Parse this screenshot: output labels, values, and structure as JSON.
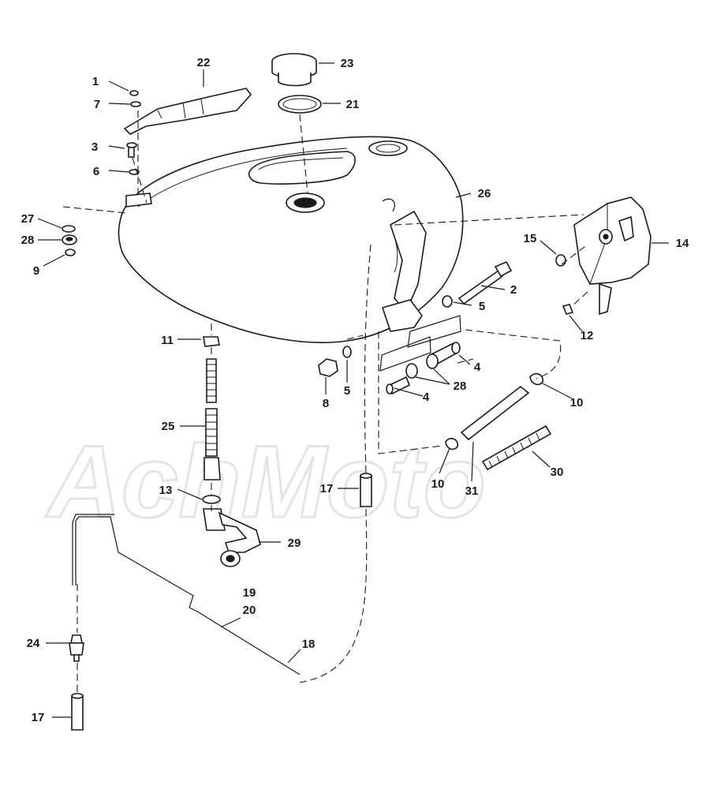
{
  "watermark": {
    "text": "AchMoto"
  },
  "callouts": [
    {
      "id": "c1",
      "text": "1"
    },
    {
      "id": "c7",
      "text": "7"
    },
    {
      "id": "c22",
      "text": "22"
    },
    {
      "id": "c23",
      "text": "23"
    },
    {
      "id": "c21",
      "text": "21"
    },
    {
      "id": "c3",
      "text": "3"
    },
    {
      "id": "c6",
      "text": "6"
    },
    {
      "id": "c26",
      "text": "26"
    },
    {
      "id": "c27",
      "text": "27"
    },
    {
      "id": "c28a",
      "text": "28"
    },
    {
      "id": "c9",
      "text": "9"
    },
    {
      "id": "c15",
      "text": "15"
    },
    {
      "id": "c14",
      "text": "14"
    },
    {
      "id": "c2",
      "text": "2"
    },
    {
      "id": "c5a",
      "text": "5"
    },
    {
      "id": "c12",
      "text": "12"
    },
    {
      "id": "c11",
      "text": "11"
    },
    {
      "id": "c4a",
      "text": "4"
    },
    {
      "id": "c5b",
      "text": "5"
    },
    {
      "id": "c8",
      "text": "8"
    },
    {
      "id": "c28b",
      "text": "28"
    },
    {
      "id": "c4b",
      "text": "4"
    },
    {
      "id": "c10a",
      "text": "10"
    },
    {
      "id": "c25",
      "text": "25"
    },
    {
      "id": "c17a",
      "text": "17"
    },
    {
      "id": "c13",
      "text": "13"
    },
    {
      "id": "c10b",
      "text": "10"
    },
    {
      "id": "c31",
      "text": "31"
    },
    {
      "id": "c30",
      "text": "30"
    },
    {
      "id": "c29",
      "text": "29"
    },
    {
      "id": "c19",
      "text": "19"
    },
    {
      "id": "c20",
      "text": "20"
    },
    {
      "id": "c24",
      "text": "24"
    },
    {
      "id": "c18",
      "text": "18"
    },
    {
      "id": "c17b",
      "text": "17"
    }
  ]
}
